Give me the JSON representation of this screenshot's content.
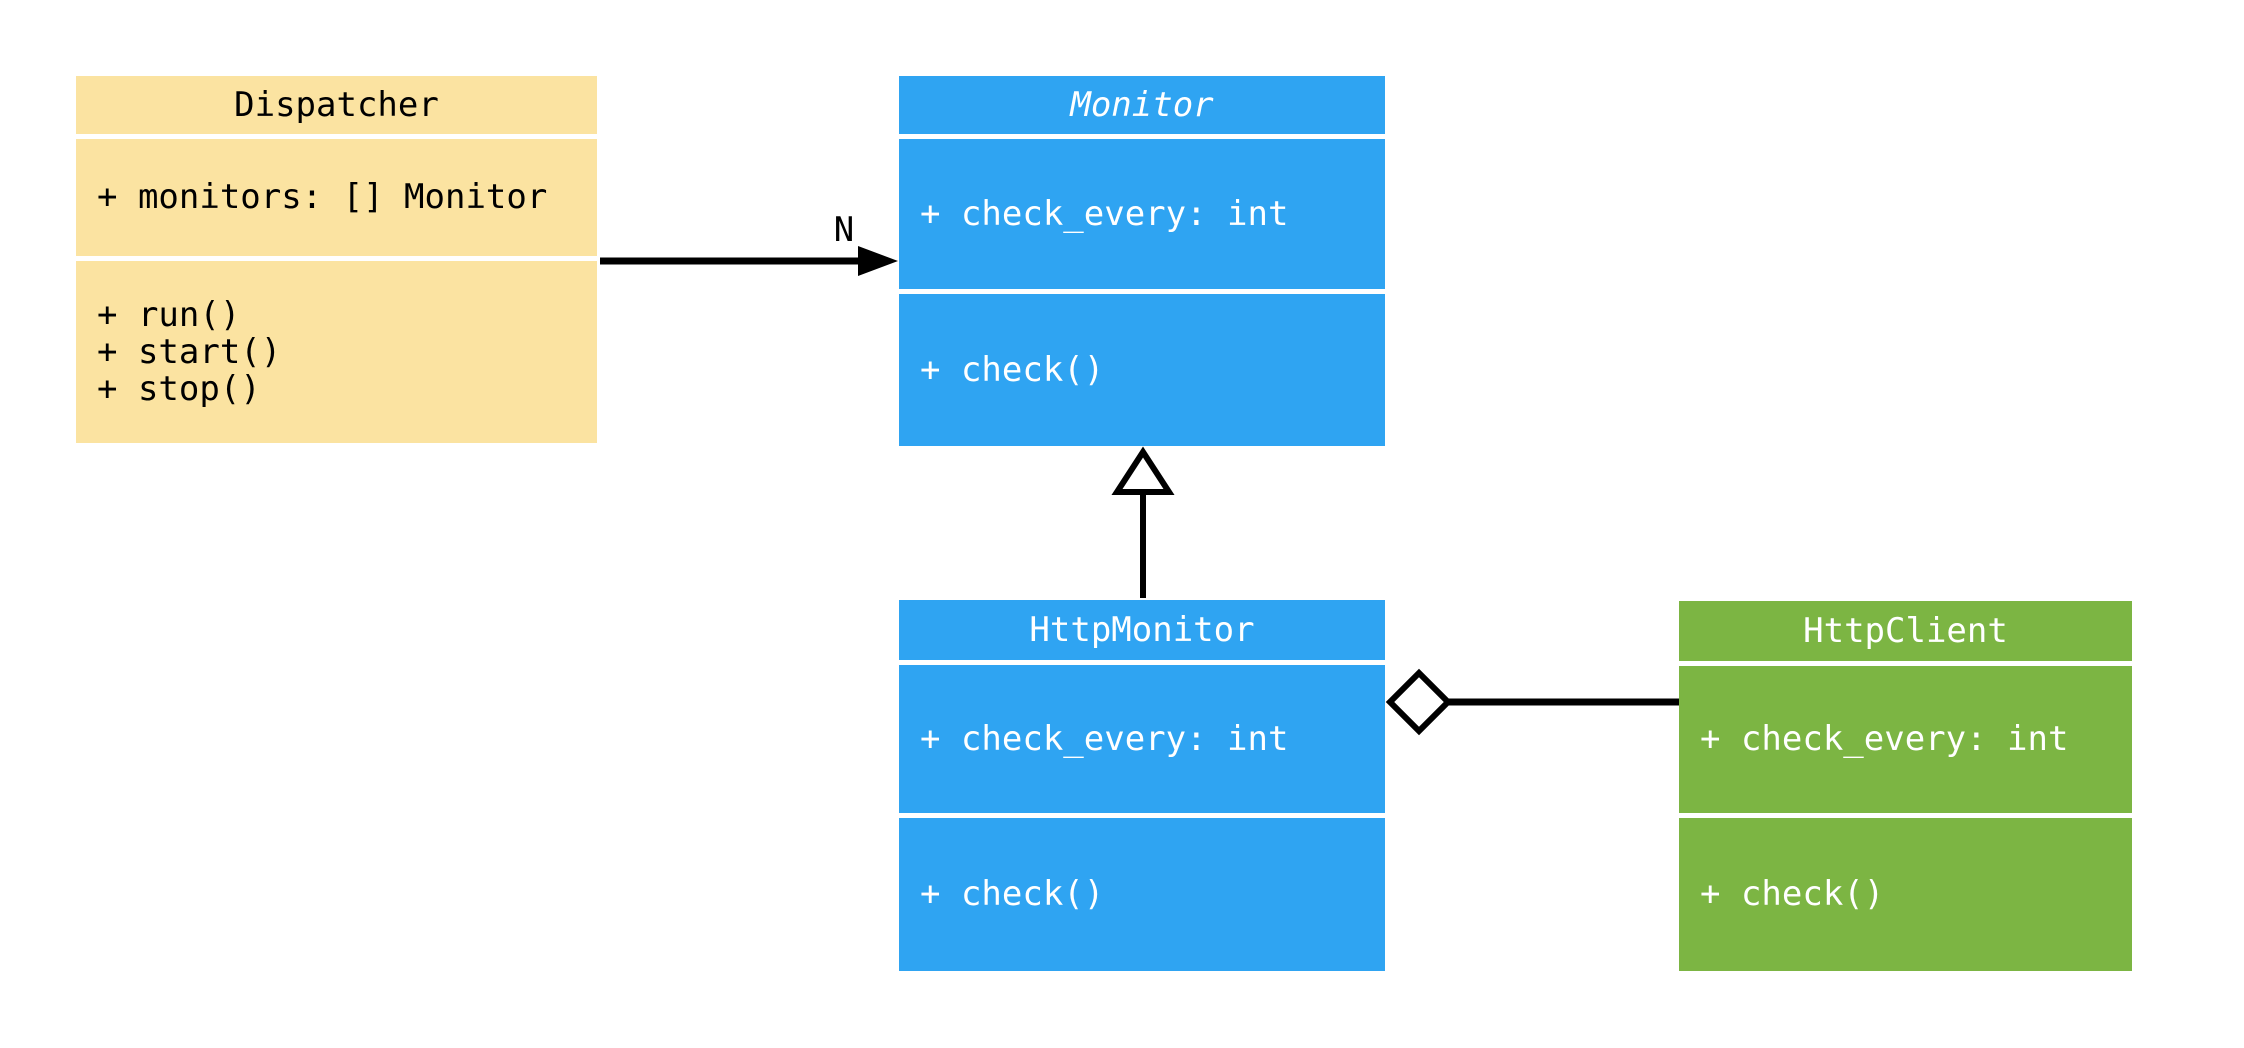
{
  "diagram": {
    "type": "uml-class-diagram",
    "background_color": "#FFFFFF",
    "connector_color": "#000000",
    "classes": [
      {
        "name": "Dispatcher",
        "name_style": "normal",
        "fill_color": "#FBE3A1",
        "text_color": "#000000",
        "attributes": [
          "+ monitors: [] Monitor"
        ],
        "methods": [
          "+ run()",
          "+ start()",
          "+ stop()"
        ]
      },
      {
        "name": "Monitor",
        "name_style": "italic",
        "fill_color": "#2FA4F2",
        "text_color": "#FFFFFF",
        "attributes": [
          "+ check_every: int"
        ],
        "methods": [
          "+ check()"
        ]
      },
      {
        "name": "HttpMonitor",
        "name_style": "normal",
        "fill_color": "#2FA4F2",
        "text_color": "#FFFFFF",
        "attributes": [
          "+ check_every: int"
        ],
        "methods": [
          "+ check()"
        ]
      },
      {
        "name": "HttpClient",
        "name_style": "normal",
        "fill_color": "#7CB543",
        "text_color": "#FFFFFF",
        "attributes": [
          "+ check_every: int"
        ],
        "methods": [
          "+ check()"
        ]
      }
    ],
    "relationships": [
      {
        "from": "Dispatcher",
        "to": "Monitor",
        "type": "directed-association",
        "multiplicity_label": "N"
      },
      {
        "from": "HttpMonitor",
        "to": "Monitor",
        "type": "generalization",
        "multiplicity_label": ""
      },
      {
        "from": "HttpMonitor",
        "to": "HttpClient",
        "type": "aggregation",
        "multiplicity_label": ""
      }
    ]
  }
}
